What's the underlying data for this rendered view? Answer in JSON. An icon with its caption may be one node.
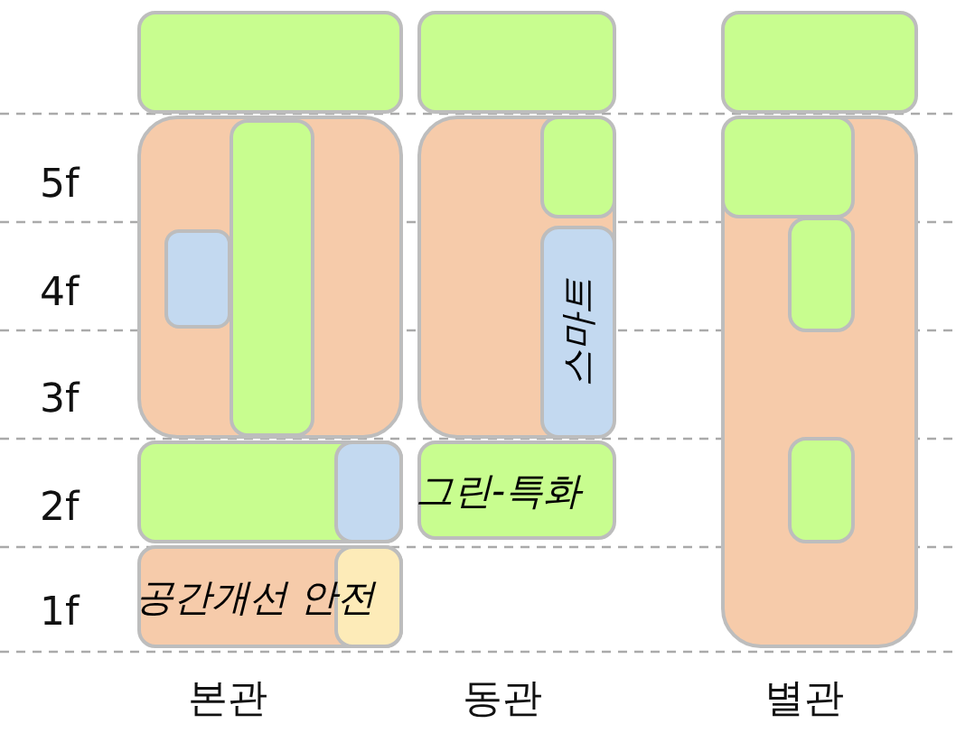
{
  "diagram": {
    "nodes": [
      {
        "text": [],
        "shape": "box"
      },
      {
        "text": [],
        "shape": "box"
      },
      {
        "text": [],
        "shape": "box"
      },
      {
        "text": [],
        "shape": "box"
      },
      {
        "text": [],
        "shape": "box",
        "in": 3
      },
      {
        "text": [],
        "shape": "box",
        "in": 3
      },
      {
        "text": [],
        "shape": "box"
      },
      {
        "text": [],
        "shape": "box",
        "in": 6
      },
      {
        "text": [
          "스마트"
        ],
        "in": 6
      },
      {
        "text": [],
        "shape": "box"
      },
      {
        "text": [],
        "shape": "box",
        "in": 9
      },
      {
        "text": [],
        "shape": "box",
        "in": 9
      },
      {
        "text": [],
        "shape": "box",
        "in": 9
      },
      {
        "text": [],
        "shape": "box"
      },
      {
        "text": [],
        "shape": "box",
        "in": 13
      },
      {
        "text": [
          "그린-특화"
        ]
      },
      {
        "text": [
          "공간개선 안전"
        ]
      },
      {
        "text": [],
        "shape": "box",
        "in": 16
      }
    ],
    "labels": [
      "5f",
      "4f",
      "3f",
      "2f",
      "1f",
      "본관",
      "동관",
      "별관"
    ]
  }
}
